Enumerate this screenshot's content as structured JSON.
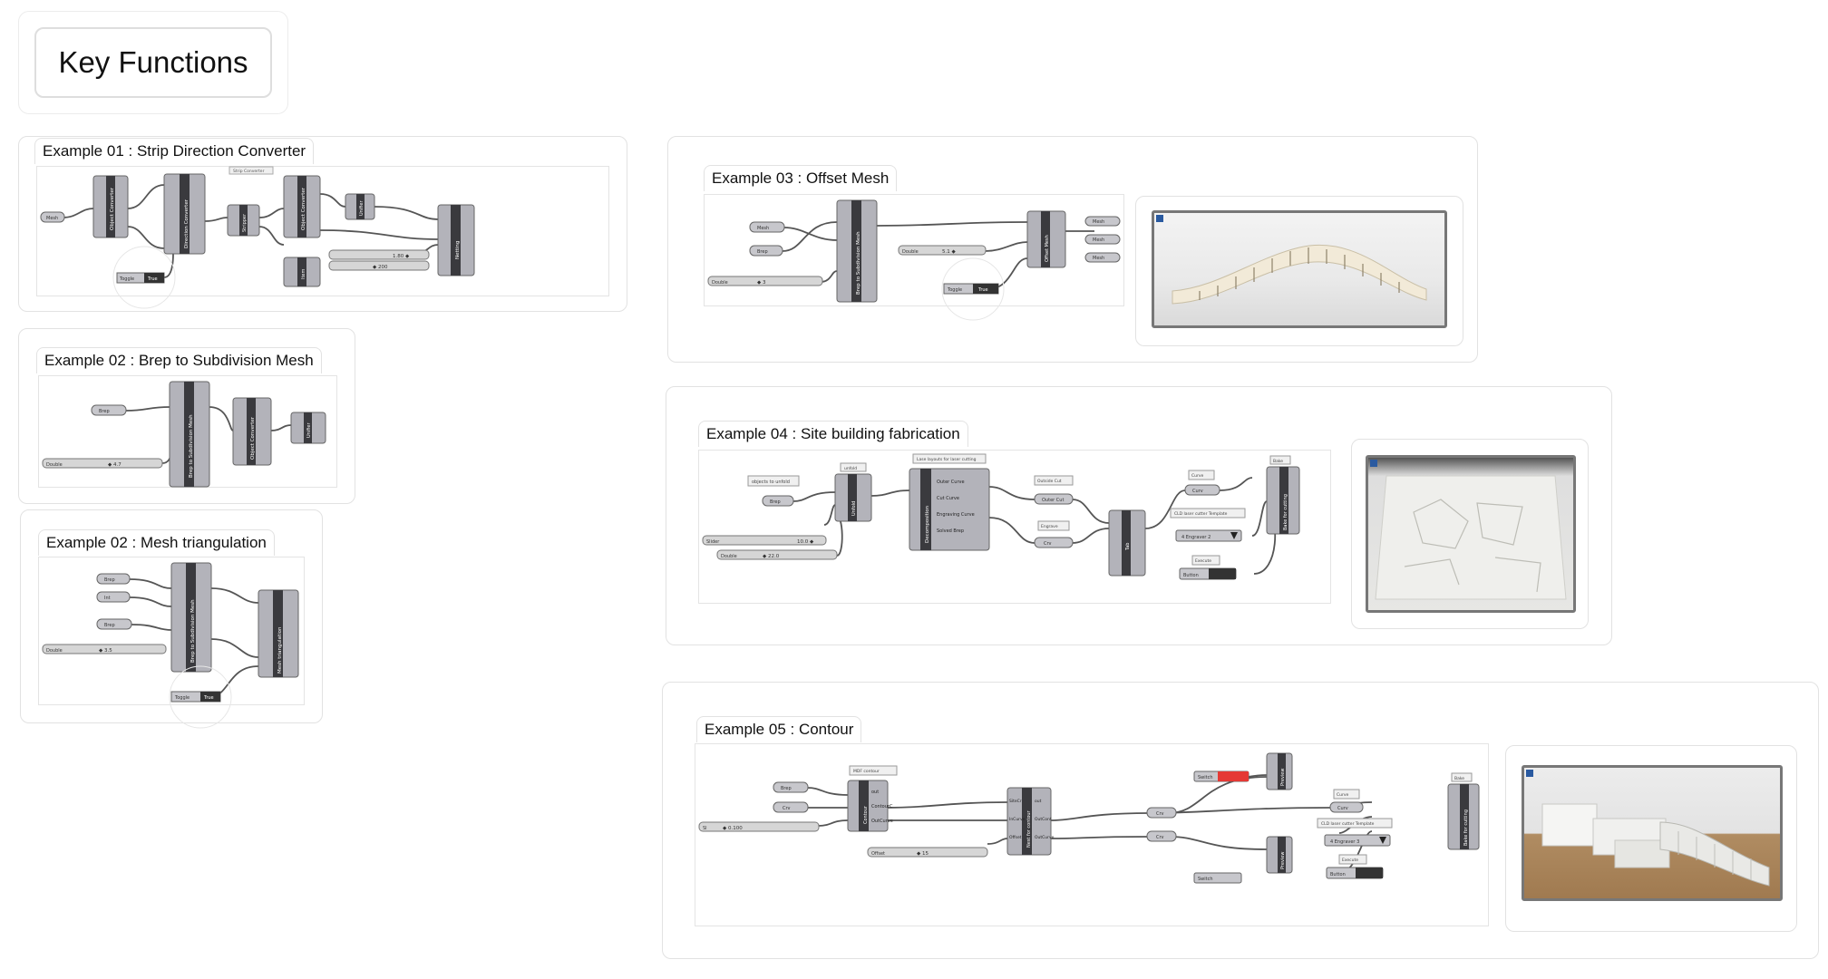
{
  "page": {
    "heading": "Key Functions"
  },
  "examples": {
    "ex01": {
      "title": "Example 01 : Strip Direction Converter"
    },
    "ex02a": {
      "title": "Example 02 : Brep to Subdivision Mesh"
    },
    "ex02b": {
      "title": "Example 02 : Mesh triangulation"
    },
    "ex03": {
      "title": "Example 03 : Offset Mesh"
    },
    "ex04": {
      "title": "Example 04 : Site building fabrication"
    },
    "ex05": {
      "title": "Example 05 : Contour"
    }
  },
  "components": {
    "object_converter": "Object Converter",
    "direction_converter": "Direction Converter",
    "stripper": "Stripper",
    "unifier": "Unifier",
    "item": "Item",
    "netting": "Netting",
    "brep_to_subd": "Brep to Subdivision Mesh",
    "mesh_triangulation": "Mesh triangulation",
    "offset_mesh": "Offset Mesh",
    "decomposition": "Decomposition",
    "tab": "Tab",
    "bake_for_cutting": "Bake for cutting",
    "contour": "Contour",
    "nest_for_contour": "Nest for contour",
    "preview": "Preview"
  },
  "params": {
    "mesh": "Mesh",
    "brep": "Brep",
    "toggle": "Toggle",
    "true": "True",
    "double": "Double",
    "slider": "Slider",
    "curve": "Curve",
    "crv": "Crv",
    "curv": "Curv",
    "switch": "Switch",
    "execute": "Execute",
    "button": "Button",
    "offset": "Offset",
    "engraver_value": "4 Engraver 2",
    "engraver_value_b": "4 Engraver 3"
  },
  "values": {
    "ex01_slider_a": "1.80",
    "ex01_slider_b": "200",
    "ex02a_double": "4.7",
    "ex02b_double": "3.5",
    "ex03_double_a": "3",
    "ex03_double_b": "5.1",
    "ex04_slider": "10.0",
    "ex04_double": "22.0",
    "ex05_slider": "0.100",
    "ex05_offset": "15"
  }
}
